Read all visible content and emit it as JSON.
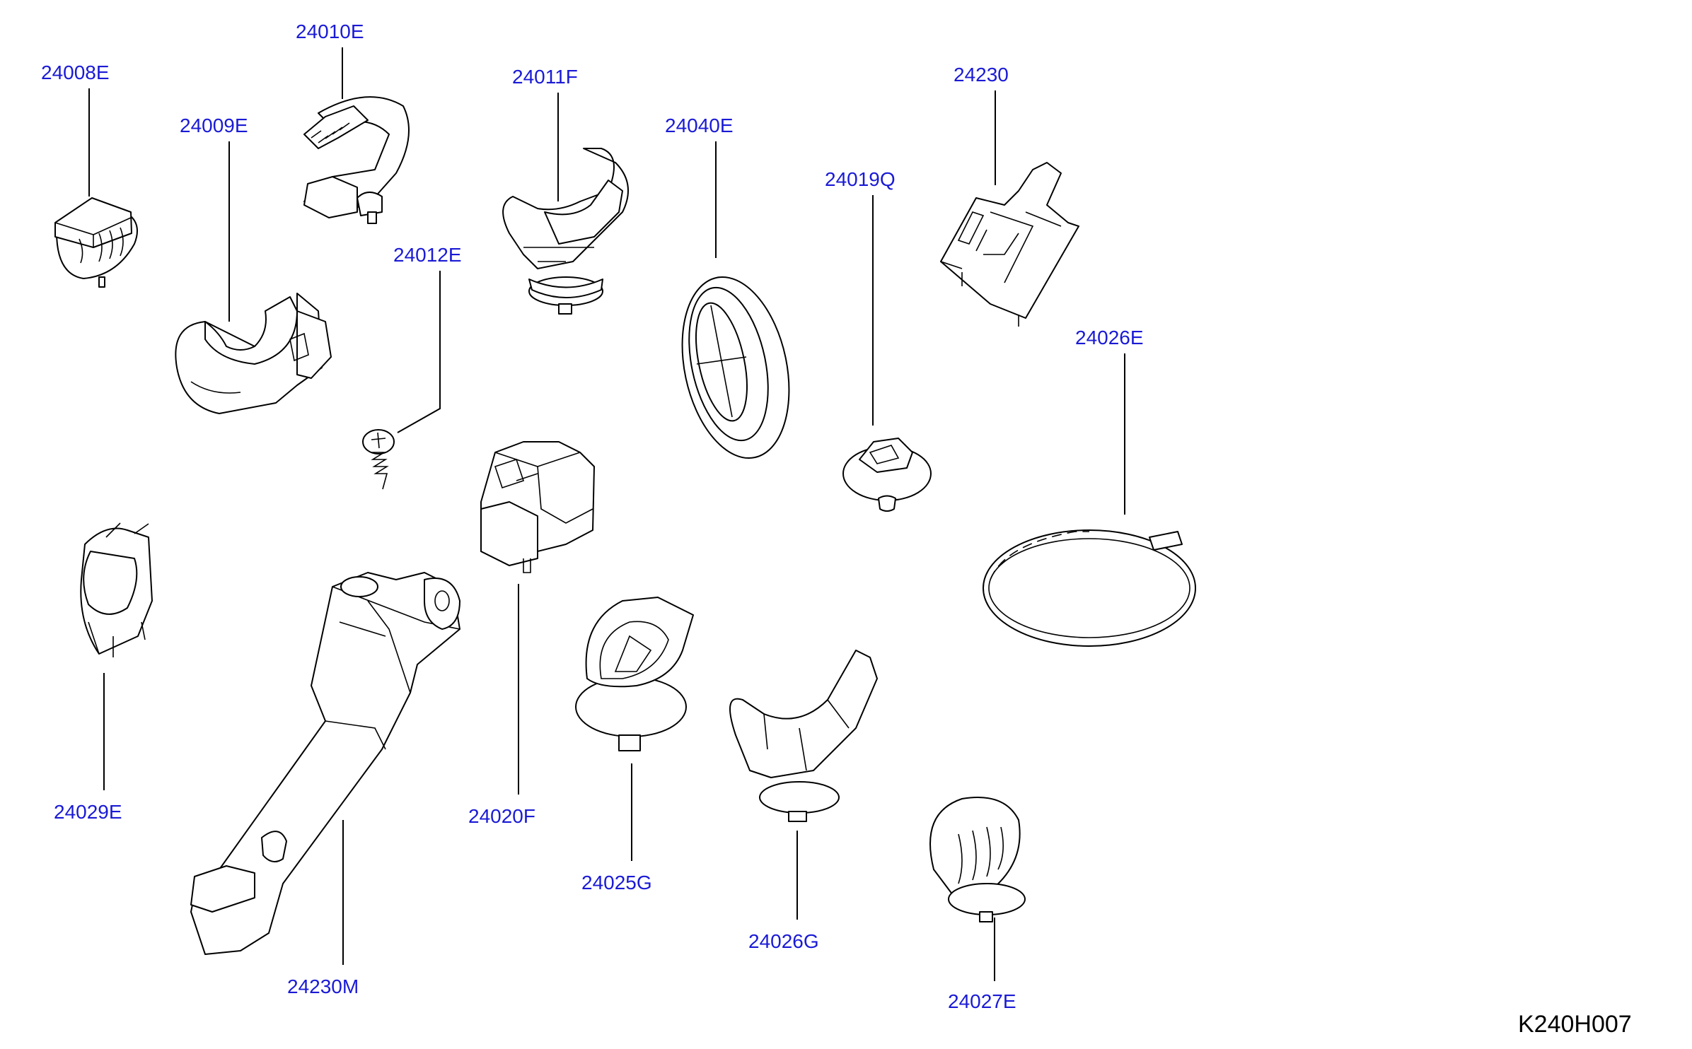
{
  "diagram_code": "K240H007",
  "parts": [
    {
      "id": "24008E",
      "label": "24008E"
    },
    {
      "id": "24010E",
      "label": "24010E"
    },
    {
      "id": "24009E",
      "label": "24009E"
    },
    {
      "id": "24011F",
      "label": "24011F"
    },
    {
      "id": "24040E",
      "label": "24040E"
    },
    {
      "id": "24230",
      "label": "24230"
    },
    {
      "id": "24019Q",
      "label": "24019Q"
    },
    {
      "id": "24012E",
      "label": "24012E"
    },
    {
      "id": "24026E",
      "label": "24026E"
    },
    {
      "id": "24029E",
      "label": "24029E"
    },
    {
      "id": "24020F",
      "label": "24020F"
    },
    {
      "id": "24025G",
      "label": "24025G"
    },
    {
      "id": "24026G",
      "label": "24026G"
    },
    {
      "id": "24230M",
      "label": "24230M"
    },
    {
      "id": "24027E",
      "label": "24027E"
    }
  ]
}
